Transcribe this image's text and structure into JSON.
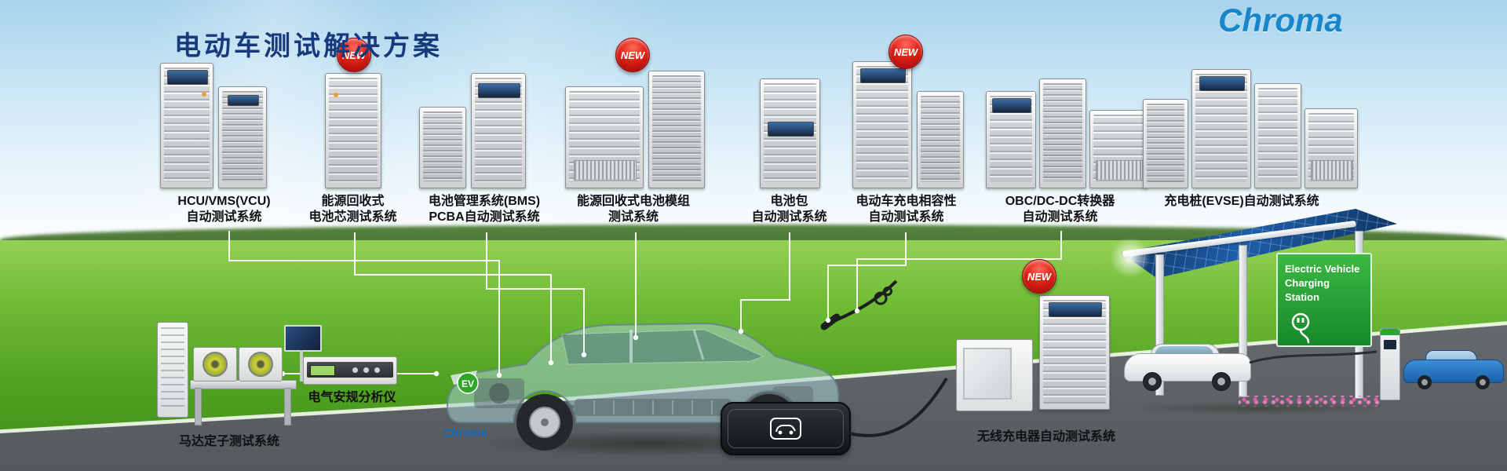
{
  "title": "电动车测试解决方案",
  "logo": "Chroma",
  "new_label": "NEW",
  "colors": {
    "title_navy": "#173a7d",
    "logo_blue": "#1787cb",
    "new_badge_red": "#e02218",
    "grass_green": "#5fae2b",
    "sign_green": "#1f9a33",
    "sky_blue": "#a8d3ec"
  },
  "systems": [
    {
      "label_line1": "HCU/VMS(VCU)",
      "label_line2": "自动测试系统",
      "new": false
    },
    {
      "label_line1": "能源回收式",
      "label_line2": "电池芯测试系统",
      "new": true
    },
    {
      "label_line1": "电池管理系统(BMS)",
      "label_line2": "PCBA自动测试系统",
      "new": false
    },
    {
      "label_line1": "能源回收式电池模组",
      "label_line2": "测试系统",
      "new": true
    },
    {
      "label_line1": "电池包",
      "label_line2": "自动测试系统",
      "new": false
    },
    {
      "label_line1": "电动车充电相容性",
      "label_line2": "自动测试系统",
      "new": true
    },
    {
      "label_line1": "OBC/DC-DC转换器",
      "label_line2": "自动测试系统",
      "new": false
    },
    {
      "label_line1": "充电桩(EVSE)自动测试系统",
      "label_line2": "",
      "new": false
    }
  ],
  "ground_systems": {
    "motor_stator": {
      "label": "马达定子测试系统",
      "new": false
    },
    "safety_analyzer": {
      "label": "电气安规分析仪",
      "new": false
    },
    "wireless_charger": {
      "label": "无线充电器自动测试系统",
      "new": true
    }
  },
  "charging_station": {
    "sign_line1": "Electric Vehicle",
    "sign_line2": "Charging Station"
  },
  "car": {
    "brand": "Chroma",
    "ev_badge": "EV"
  }
}
